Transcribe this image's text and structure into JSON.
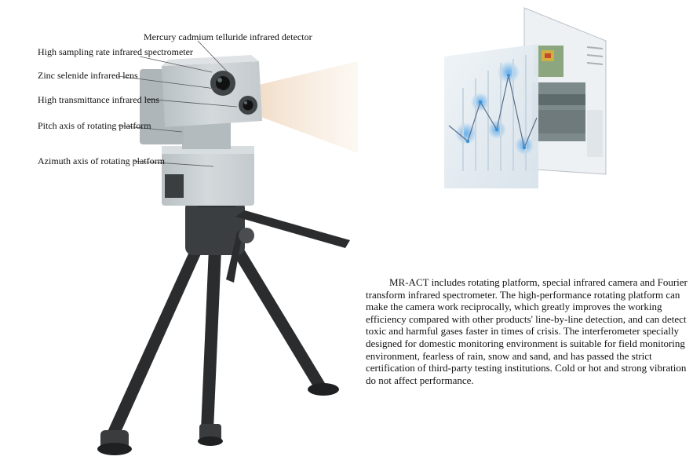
{
  "callouts": {
    "mct_detector": "Mercury cadmium telluride infrared detector",
    "spectrometer": "High sampling rate infrared spectrometer",
    "znse_lens": "Zinc selenide infrared lens",
    "high_trans_lens": "High transmittance infrared lens",
    "pitch_axis": "Pitch axis of rotating platform",
    "azimuth_axis": "Azimuth axis of rotating platform"
  },
  "description": "MR-ACT includes rotating platform, special infrared camera and Fourier transform infrared spectrometer. The high-performance rotating platform can make the camera work reciprocally, which greatly improves the working efficiency compared with other products' line-by-line detection, and can detect toxic and harmful gases faster in times of crisis. The interferometer specially designed for domestic monitoring environment is suitable for field monitoring environment, fearless of rain, snow and sand, and has passed the strict certification of third-party testing institutions. Cold or hot and strong vibration do not affect performance.",
  "colors": {
    "housing": "#c9cfd2",
    "housing_dark": "#9aa3a8",
    "tripod": "#2a2c2e",
    "beam": "#f3e3d2",
    "chart_line": "#5a6f8a",
    "chart_dot": "#3b8fd6"
  }
}
